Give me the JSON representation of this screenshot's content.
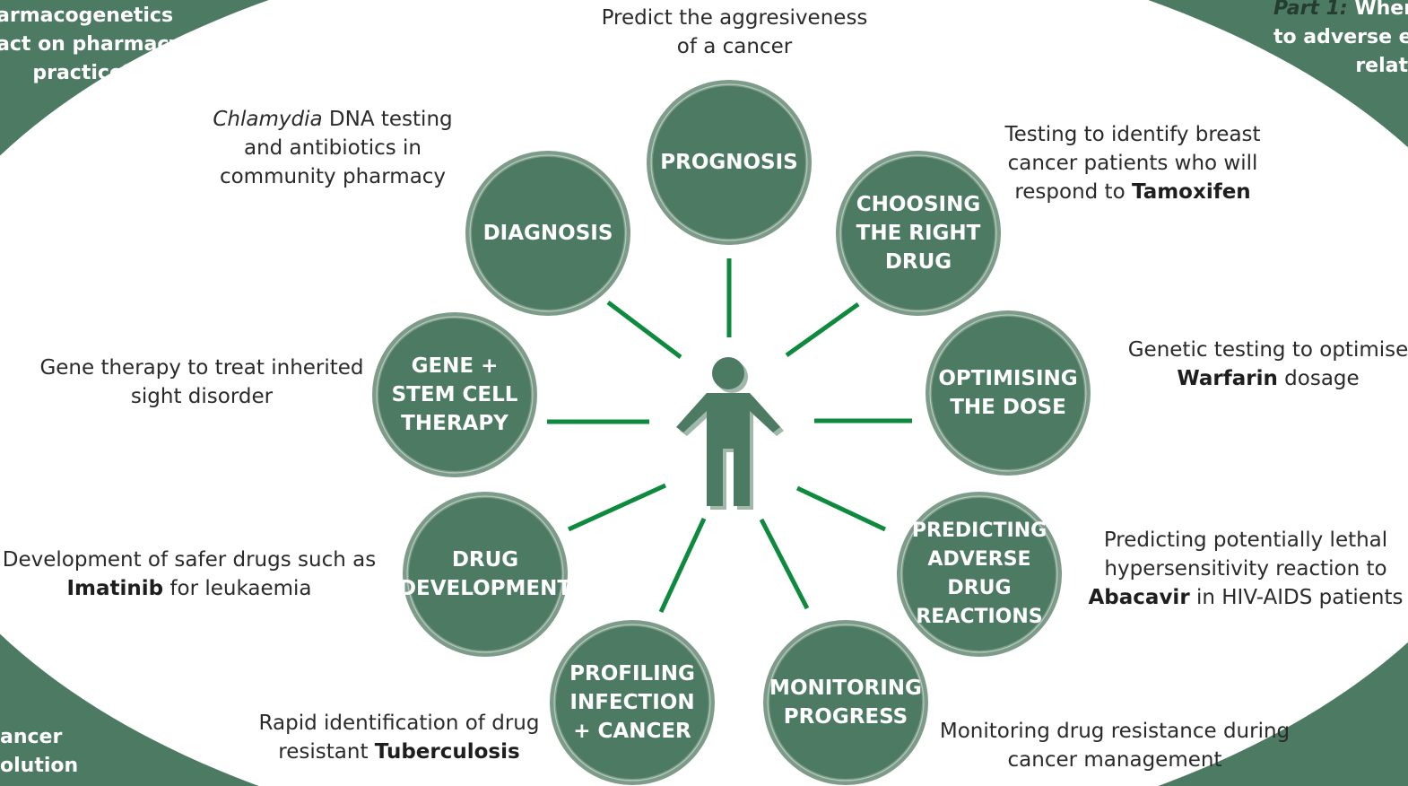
{
  "corner_top_left": [
    "armacogenetics",
    "act on pharmacy",
    "practice?"
  ],
  "corner_top_right": {
    "part": "Part 1:",
    "lines": [
      "When",
      "to adverse ef",
      "relat"
    ]
  },
  "corner_bottom_left": [
    "ancer",
    "olution"
  ],
  "center": {
    "icon": "person-icon"
  },
  "colors": {
    "node": "#4d7a62",
    "node_rim": "#7c9b89",
    "spoke": "#0e8a3e",
    "corner": "#4d7a62"
  },
  "nodes": [
    {
      "id": "prognosis",
      "label": [
        "PROGNOSIS"
      ],
      "caption": [
        [
          {
            "t": "Predict the aggresiveness"
          }
        ],
        [
          {
            "t": "of a cancer"
          }
        ]
      ]
    },
    {
      "id": "choosing-the-right-drug",
      "label": [
        "CHOOSING",
        "THE RIGHT",
        "DRUG"
      ],
      "caption": [
        [
          {
            "t": "Testing to identify breast"
          }
        ],
        [
          {
            "t": "cancer patients who will"
          }
        ],
        [
          {
            "t": "respond to "
          },
          {
            "t": "Tamoxifen",
            "b": true
          }
        ]
      ]
    },
    {
      "id": "optimising-the-dose",
      "label": [
        "OPTIMISING",
        "THE DOSE"
      ],
      "caption": [
        [
          {
            "t": "Genetic testing to optimise"
          }
        ],
        [
          {
            "t": "Warfarin",
            "b": true
          },
          {
            "t": " dosage"
          }
        ]
      ]
    },
    {
      "id": "predicting-adverse-drug-reactions",
      "label": [
        "PREDICTING",
        "ADVERSE",
        "DRUG",
        "REACTIONS"
      ],
      "caption": [
        [
          {
            "t": "Predicting potentially lethal"
          }
        ],
        [
          {
            "t": "hypersensitivity reaction to"
          }
        ],
        [
          {
            "t": "Abacavir",
            "b": true
          },
          {
            "t": " in HIV-AIDS patients"
          }
        ]
      ]
    },
    {
      "id": "monitoring-progress",
      "label": [
        "MONITORING",
        "PROGRESS"
      ],
      "caption": [
        [
          {
            "t": "Monitoring drug resistance during"
          }
        ],
        [
          {
            "t": "cancer management"
          }
        ]
      ]
    },
    {
      "id": "profiling-infection-cancer",
      "label": [
        "PROFILING",
        "INFECTION",
        "+ CANCER"
      ],
      "caption": [
        [
          {
            "t": "Rapid identification of drug"
          }
        ],
        [
          {
            "t": "resistant "
          },
          {
            "t": "Tuberculosis",
            "b": true
          }
        ]
      ]
    },
    {
      "id": "drug-development",
      "label": [
        "DRUG",
        "DEVELOPMENT"
      ],
      "caption": [
        [
          {
            "t": "Development of safer drugs such as"
          }
        ],
        [
          {
            "t": "Imatinib",
            "b": true
          },
          {
            "t": " for leukaemia"
          }
        ]
      ]
    },
    {
      "id": "gene-stem-cell-therapy",
      "label": [
        "GENE +",
        "STEM CELL",
        "THERAPY"
      ],
      "caption": [
        [
          {
            "t": "Gene therapy to treat inherited"
          }
        ],
        [
          {
            "t": "sight disorder"
          }
        ]
      ]
    },
    {
      "id": "diagnosis",
      "label": [
        "DIAGNOSIS"
      ],
      "caption": [
        [
          {
            "t": "Chlamydia",
            "i": true
          },
          {
            "t": " DNA testing"
          }
        ],
        [
          {
            "t": "and antibiotics in"
          }
        ],
        [
          {
            "t": "community pharmacy"
          }
        ]
      ]
    }
  ]
}
